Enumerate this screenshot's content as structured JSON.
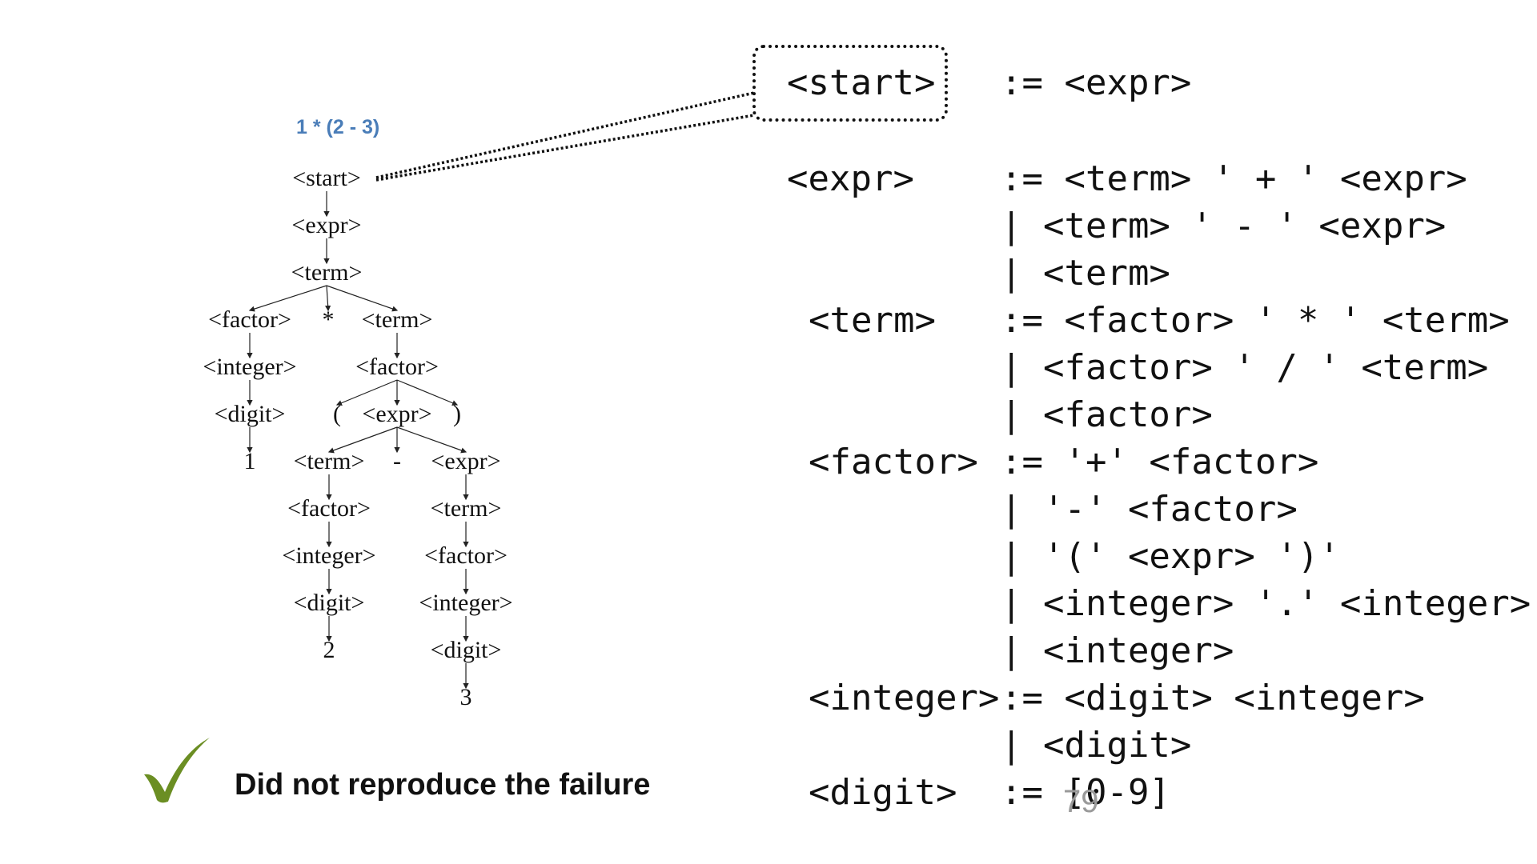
{
  "expression": "1 * (2 - 3)",
  "tree": {
    "nodes": [
      {
        "id": "start",
        "label": "<start>"
      },
      {
        "id": "expr1",
        "label": "<expr>"
      },
      {
        "id": "term1",
        "label": "<term>"
      },
      {
        "id": "factor1",
        "label": "<factor>"
      },
      {
        "id": "mul",
        "label": "*"
      },
      {
        "id": "term2",
        "label": "<term>"
      },
      {
        "id": "integer1",
        "label": "<integer>"
      },
      {
        "id": "factor2",
        "label": "<factor>"
      },
      {
        "id": "digit1",
        "label": "<digit>"
      },
      {
        "id": "lparen",
        "label": "("
      },
      {
        "id": "expr2",
        "label": "<expr>"
      },
      {
        "id": "rparen",
        "label": ")"
      },
      {
        "id": "one",
        "label": "1"
      },
      {
        "id": "term3",
        "label": "<term>"
      },
      {
        "id": "minus",
        "label": "-"
      },
      {
        "id": "expr3",
        "label": "<expr>"
      },
      {
        "id": "factor3",
        "label": "<factor>"
      },
      {
        "id": "term4",
        "label": "<term>"
      },
      {
        "id": "integer2",
        "label": "<integer>"
      },
      {
        "id": "factor4",
        "label": "<factor>"
      },
      {
        "id": "digit2",
        "label": "<digit>"
      },
      {
        "id": "integer3",
        "label": "<integer>"
      },
      {
        "id": "two",
        "label": "2"
      },
      {
        "id": "digit3",
        "label": "<digit>"
      },
      {
        "id": "three",
        "label": "3"
      }
    ],
    "edges": [
      [
        "start",
        "expr1"
      ],
      [
        "expr1",
        "term1"
      ],
      [
        "term1",
        "factor1"
      ],
      [
        "term1",
        "mul"
      ],
      [
        "term1",
        "term2"
      ],
      [
        "factor1",
        "integer1"
      ],
      [
        "integer1",
        "digit1"
      ],
      [
        "digit1",
        "one"
      ],
      [
        "term2",
        "factor2"
      ],
      [
        "factor2",
        "lparen"
      ],
      [
        "factor2",
        "expr2"
      ],
      [
        "factor2",
        "rparen"
      ],
      [
        "expr2",
        "term3"
      ],
      [
        "expr2",
        "minus"
      ],
      [
        "expr2",
        "expr3"
      ],
      [
        "term3",
        "factor3"
      ],
      [
        "factor3",
        "integer2"
      ],
      [
        "integer2",
        "digit2"
      ],
      [
        "digit2",
        "two"
      ],
      [
        "expr3",
        "term4"
      ],
      [
        "term4",
        "factor4"
      ],
      [
        "factor4",
        "integer3"
      ],
      [
        "integer3",
        "digit3"
      ],
      [
        "digit3",
        "three"
      ]
    ]
  },
  "grammar": {
    "callout_lhs": "<start>",
    "callout_rhs": ":= <expr>",
    "lines": [
      {
        "lhs": "<expr>",
        "rhs": ":= <term> ' + ' <expr>"
      },
      {
        "lhs": "",
        "rhs": "| <term> ' - ' <expr>"
      },
      {
        "lhs": "",
        "rhs": "| <term>"
      },
      {
        "lhs": "<term>",
        "rhs": ":= <factor> ' * ' <term>"
      },
      {
        "lhs": "",
        "rhs": "| <factor> ' / ' <term>"
      },
      {
        "lhs": "",
        "rhs": "| <factor>"
      },
      {
        "lhs": "<factor>",
        "rhs": ":= '+' <factor>"
      },
      {
        "lhs": "",
        "rhs": "| '-' <factor>"
      },
      {
        "lhs": "",
        "rhs": "| '(' <expr> ')'"
      },
      {
        "lhs": "",
        "rhs": "| <integer> '.' <integer>"
      },
      {
        "lhs": "",
        "rhs": "| <integer>"
      },
      {
        "lhs": "<integer>",
        "rhs": ":= <digit> <integer>"
      },
      {
        "lhs": "",
        "rhs": "| <digit>"
      },
      {
        "lhs": "<digit>",
        "rhs": ":= [0-9]"
      }
    ]
  },
  "status": {
    "icon": "checkmark-icon",
    "color": "#6b8e23",
    "text": "Did not reproduce the failure"
  },
  "slide_number": "79"
}
